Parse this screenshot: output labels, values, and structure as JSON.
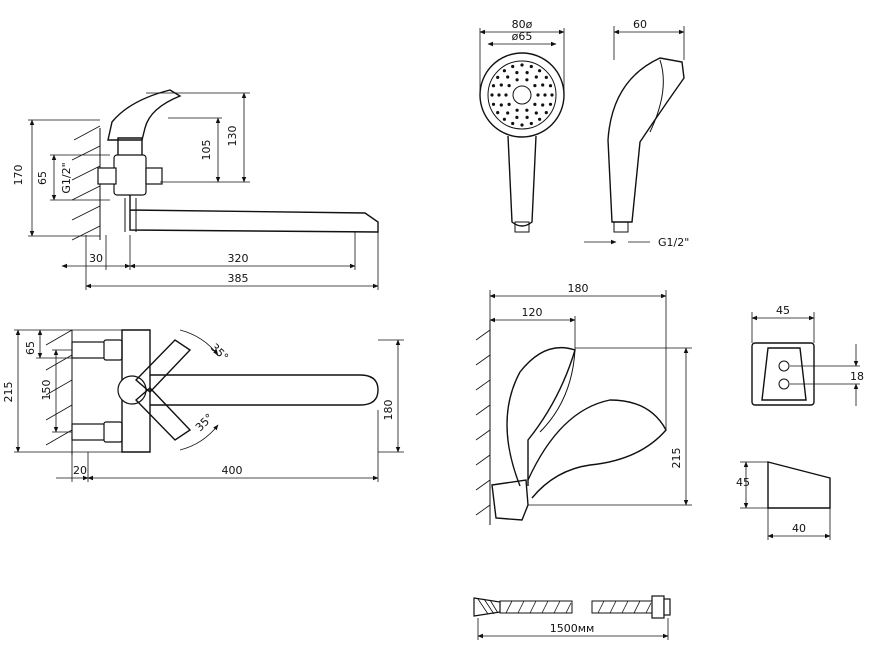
{
  "dims": {
    "h170": "170",
    "h65": "65",
    "g12_a": "G1/2\"",
    "h105": "105",
    "h130": "130",
    "d30": "30",
    "d320": "320",
    "d385": "385",
    "d215_left": "215",
    "d65_left": "65",
    "d150": "150",
    "d20": "20",
    "d400": "400",
    "d180_right": "180",
    "a35": "35°",
    "a35b": "35°",
    "d80": "80ø",
    "d65_head": "ø65",
    "d60": "60",
    "g12_b": "G1/2\"",
    "d180_top": "180",
    "d120": "120",
    "d215_mid": "215",
    "d45_holder": "45",
    "d18": "18",
    "d45_side": "45",
    "d40": "40",
    "d1500": "1500мм"
  }
}
